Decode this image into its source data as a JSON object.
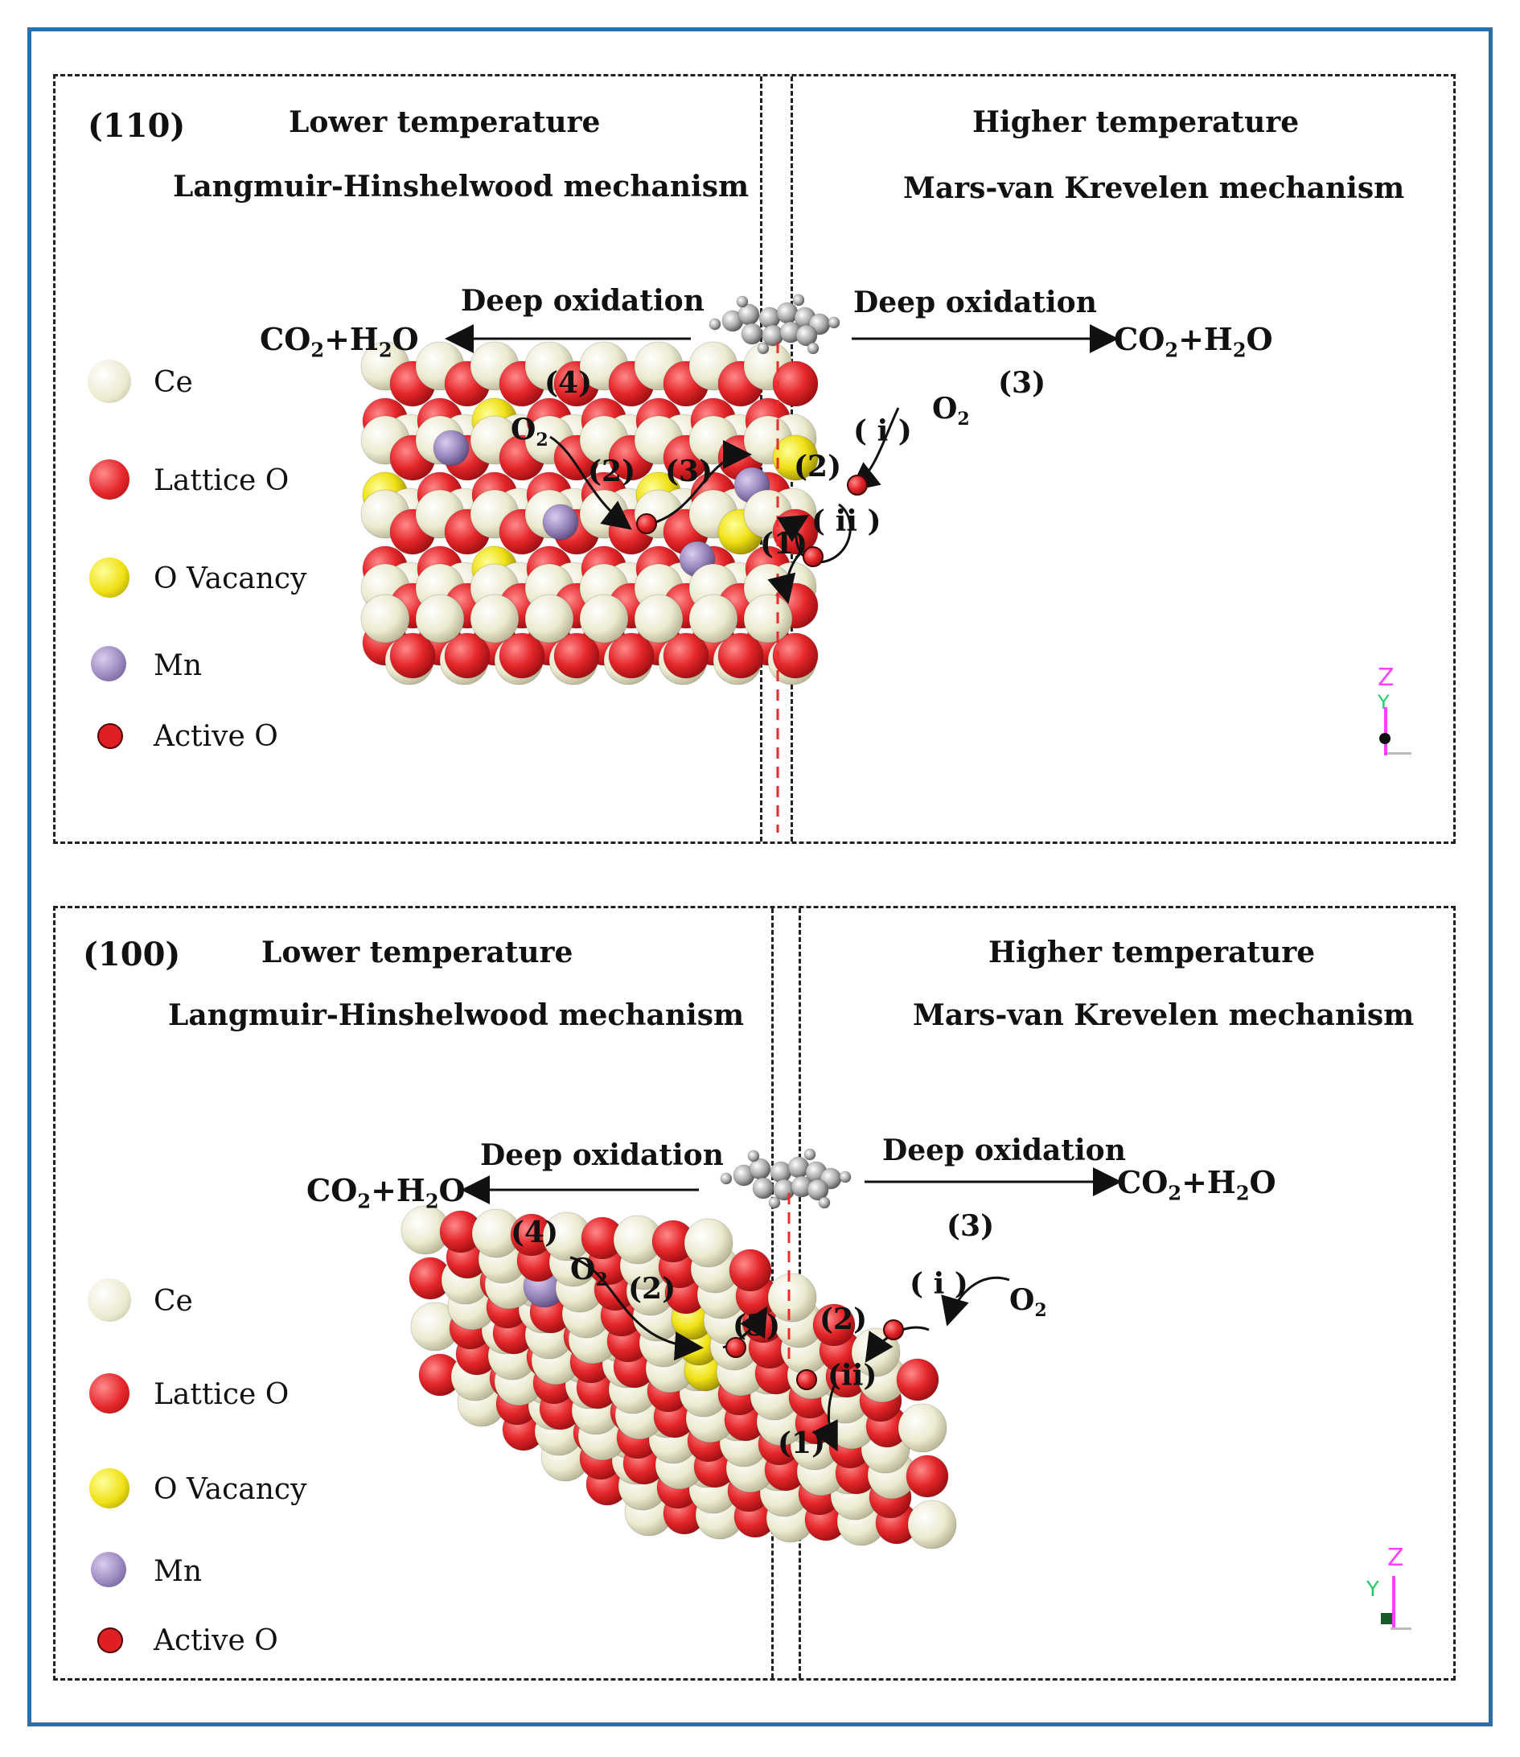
{
  "panels": [
    {
      "facet": "(110)",
      "left_temp": "Lower temperature",
      "left_mech": "Langmuir-Hinshelwood mechanism",
      "right_temp": "Higher temperature",
      "right_mech": "Mars-van Krevelen mechanism",
      "left_path": {
        "label": "Deep oxidation",
        "product_base": "CO",
        "product_sub1": "2",
        "product_mid": "+H",
        "product_sub2": "2",
        "product_end": "O",
        "step": "(4)"
      },
      "right_path": {
        "label": "Deep oxidation",
        "product_base": "CO",
        "product_sub1": "2",
        "product_mid": "+H",
        "product_sub2": "2",
        "product_end": "O",
        "step": "(3)"
      },
      "steps": {
        "o2_left": "O",
        "o2_left_sub": "2",
        "s2_left": "(2)",
        "s3_left": "(3)",
        "s2_right": "(2)",
        "s1": "(1)",
        "si": "( i )",
        "sii": "( ii )",
        "o2_right": "O",
        "o2_right_sub": "2"
      },
      "axes": {
        "z": "Z",
        "y": "Y"
      }
    },
    {
      "facet": "(100)",
      "left_temp": "Lower temperature",
      "left_mech": "Langmuir-Hinshelwood mechanism",
      "right_temp": "Higher temperature",
      "right_mech": "Mars-van Krevelen mechanism",
      "left_path": {
        "label": "Deep oxidation",
        "product_base": "CO",
        "product_sub1": "2",
        "product_mid": "+H",
        "product_sub2": "2",
        "product_end": "O",
        "step": "(4)"
      },
      "right_path": {
        "label": "Deep oxidation",
        "product_base": "CO",
        "product_sub1": "2",
        "product_mid": "+H",
        "product_sub2": "2",
        "product_end": "O",
        "step": "(3)"
      },
      "steps": {
        "o2_left": "O",
        "o2_left_sub": "2",
        "s2_left": "(2)",
        "s3_left": "(3)",
        "s2_right": "(2)",
        "s1": "(1)",
        "si": "( i )",
        "sii": "(ii)",
        "o2_right": "O",
        "o2_right_sub": "2"
      },
      "axes": {
        "z": "Z",
        "y": "Y"
      }
    }
  ],
  "legend": [
    {
      "label": "Ce",
      "color": "#efeccf"
    },
    {
      "label": "Lattice O",
      "color": "#e4262a"
    },
    {
      "label": "O Vacancy",
      "color": "#f0e21a"
    },
    {
      "label": "Mn",
      "color": "#9c88c0"
    },
    {
      "label": "Active O",
      "color": "#e01f24"
    }
  ],
  "colors": {
    "frame": "#2f6ea6",
    "axis_z": "#ff40ff",
    "axis_y": "#22cc66"
  }
}
